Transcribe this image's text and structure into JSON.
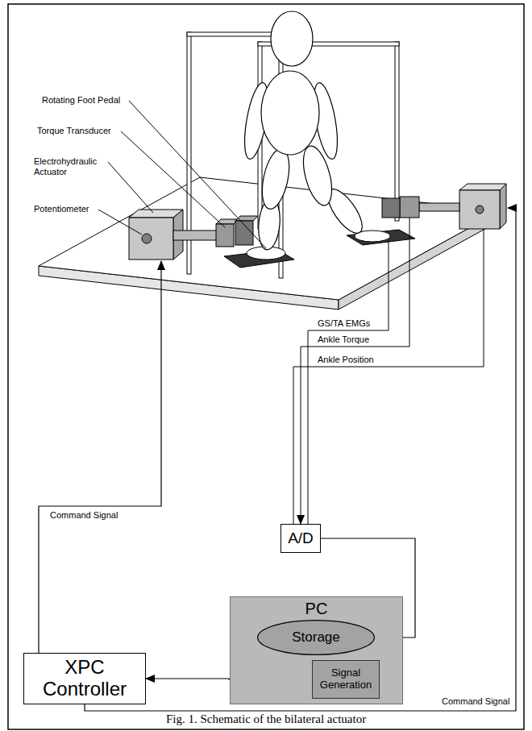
{
  "diagram": {
    "caption": "Fig. 1. Schematic of the bilateral actuator",
    "nodes": [
      {
        "text": [
          "A/D"
        ]
      },
      {
        "text": [
          "PC"
        ]
      },
      {
        "text": [
          "Storage"
        ],
        "in": 1
      },
      {
        "text": [
          "Signal Generation"
        ],
        "in": 1
      },
      {
        "text": [
          "XPC Controller"
        ]
      }
    ],
    "edges": [
      {
        "from": 0,
        "to": 2,
        "arrow": "to"
      },
      {
        "from": 3,
        "to": 4,
        "arrow": "to"
      }
    ],
    "labels": [
      "Rotating Foot Pedal",
      "Torque Transducer",
      "Electrohydraulic Actuator",
      "Potentiometer",
      "GS/TA EMGs",
      "Ankle Torque",
      "Ankle Position",
      "Command Signal",
      "Command Signal"
    ]
  }
}
